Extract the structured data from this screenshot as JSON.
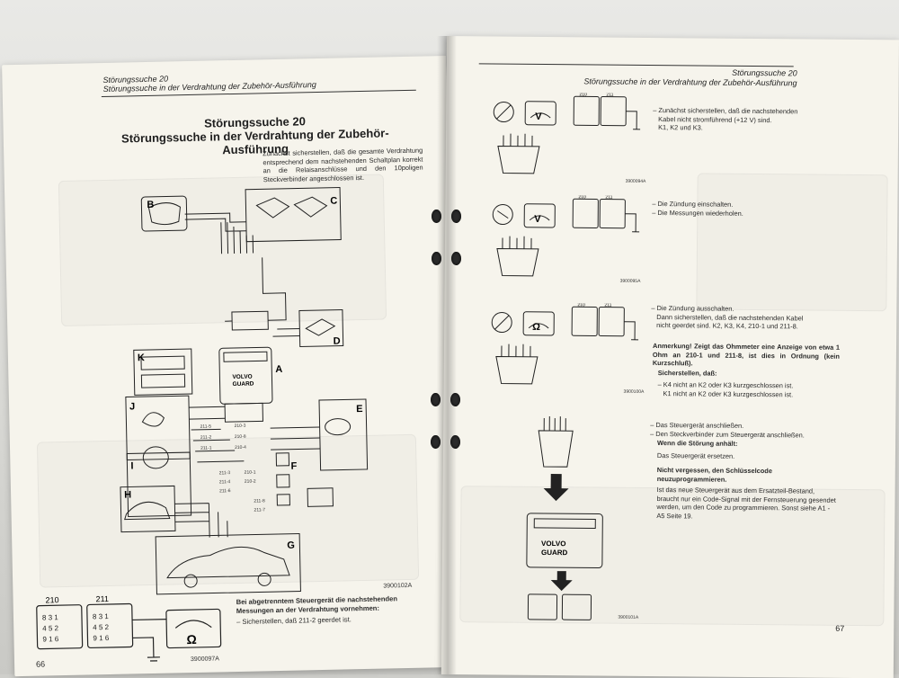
{
  "left_page": {
    "header_line1": "Störungssuche 20",
    "header_line2": "Störungssuche in der Verdrahtung der Zubehör-Ausführung",
    "title_line1": "Störungssuche 20",
    "title_line2": "Störungssuche in der Verdrahtung der Zubehör-Ausführung",
    "intro": "Zunächst sicherstellen, daß die gesamte Verdrahtung entsprechend dem nachstehenden Schaltplan korrekt an die Relaisanschlüsse und den 10poligen Steckverbinder angeschlossen ist.",
    "diagram_labels": [
      "B",
      "C",
      "D",
      "K",
      "A",
      "J",
      "E",
      "I",
      "F",
      "H",
      "G"
    ],
    "unit_brand_line1": "VOLVO",
    "unit_brand_line2": "GUARD",
    "wire_labels": [
      "211-5",
      "211-2",
      "211-1",
      "210-3",
      "210-8",
      "210-4",
      "211-3",
      "211-4",
      "211-6",
      "211-8",
      "211-7",
      "210-1",
      "210-2"
    ],
    "diagram_code": "3900102A",
    "instruction_bold": "Bei abgetrenntem Steuergerät die nachstehenden Messungen an der Verdrahtung vornehmen:",
    "instruction_item": "– Sicherstellen, daß 211-2 geerdet ist.",
    "connector_labels": [
      "210",
      "211"
    ],
    "meter_symbol": "Ω",
    "bottom_code": "3900097A",
    "page_number": "66"
  },
  "right_page": {
    "header_line1": "Störungssuche 20",
    "header_line2": "Störungssuche in der Verdrahtung der Zubehör-Ausführung",
    "step1": {
      "lines": [
        "– Zunächst sicherstellen, daß die nachstehenden",
        "Kabel nicht stromführend (+12 V) sind.",
        "K1, K2 und K3."
      ],
      "meter": "V",
      "code": "3900094A"
    },
    "step2": {
      "lines": [
        "– Die Zündung einschalten.",
        "– Die Messungen wiederholen."
      ],
      "meter": "V",
      "code": "3900095A"
    },
    "step3": {
      "lines": [
        "– Die Zündung ausschalten.",
        "Dann sicherstellen, daß die nachstehenden Kabel",
        "nicht geerdet sind. K2, K3, K4, 210-1 und 211-8."
      ],
      "meter": "Ω",
      "code": "3900100A",
      "note": "Anmerkung! Zeigt das Ohmmeter eine Anzeige von etwa 1 Ohm an 210-1 und 211-8, ist dies in Ordnung (kein Kurzschluß).",
      "ensure_title": "Sicherstellen, daß:",
      "ensure_items": [
        "– K4 nicht an K2 oder K3 kurzgeschlossen ist.",
        "K1 nicht an K2 oder K3 kurzgeschlossen ist."
      ]
    },
    "step4": {
      "lines": [
        "– Das Steuergerät anschließen.",
        "– Den Steckverbinder zum Steuergerät anschließen."
      ],
      "persist_title": "Wenn die Störung anhält:",
      "persist_item": "Das Steuergerät ersetzen.",
      "warning": "Nicht vergessen, den Schlüsselcode neuzuprogrammieren.",
      "info": "Ist das neue Steuergerät aus dem Ersatzteil-Bestand, braucht nur ein Code-Signal mit der Fernsteuerung gesendet werden, um den Code zu programmieren. Sonst siehe A1 - A5 Seite 19.",
      "unit_brand_line1": "VOLVO",
      "unit_brand_line2": "GUARD",
      "code": "3900101A"
    },
    "connector_labels": [
      "210",
      "211"
    ],
    "page_number": "67"
  }
}
